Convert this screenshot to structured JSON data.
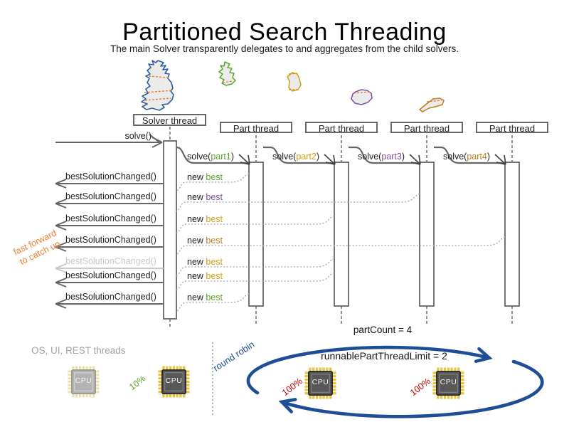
{
  "title": "Partitioned Search Threading",
  "subtitle": "The main Solver transparently delegates to and aggregates from the child solvers.",
  "colors": {
    "part1_green": "#5ba52b",
    "part2_gold": "#cfa117",
    "part3_purple": "#7b51a1",
    "part4_orange": "#bf7d1f",
    "cut_orange": "#ed7d31",
    "map_blue": "#2e5f9e",
    "cycle_blue": "#1f4e96",
    "usage_red": "#c00000",
    "usage_green": "#5ba52b",
    "muted_gray": "#c9c9c9",
    "line_gray": "#666666",
    "os_gray": "#a3a3a3"
  },
  "headers": {
    "solver": "Solver thread",
    "parts": [
      "Part thread",
      "Part thread",
      "Part thread",
      "Part thread"
    ]
  },
  "calls": {
    "solve": "solve()",
    "solve_parts": [
      {
        "before": "solve(",
        "arg": "part1",
        "after": ")",
        "color": "#5ba52b"
      },
      {
        "before": "solve(",
        "arg": "part2",
        "after": ")",
        "color": "#cfa117"
      },
      {
        "before": "solve(",
        "arg": "part3",
        "after": ")",
        "color": "#7b51a1"
      },
      {
        "before": "solve(",
        "arg": "part4",
        "after": ")",
        "color": "#bf7d1f"
      }
    ]
  },
  "best_rows": [
    {
      "label": "bestSolutionChanged()",
      "new_word": "new ",
      "best_word": "best",
      "source_part": 1,
      "best_color": "#5ba52b",
      "muted": false
    },
    {
      "label": "bestSolutionChanged()",
      "new_word": "new ",
      "best_word": "best",
      "source_part": 3,
      "best_color": "#7b51a1",
      "muted": false
    },
    {
      "label": "bestSolutionChanged()",
      "new_word": "new ",
      "best_word": "best",
      "source_part": 2,
      "best_color": "#cfa117",
      "muted": false
    },
    {
      "label": "bestSolutionChanged()",
      "new_word": "new ",
      "best_word": "best",
      "source_part": 4,
      "best_color": "#bf7d1f",
      "muted": false
    },
    {
      "label": "bestSolutionChanged()",
      "new_word": "new ",
      "best_word": "best",
      "source_part": 2,
      "best_color": "#cfa117",
      "muted": true
    },
    {
      "label": "bestSolutionChanged()",
      "new_word": "new ",
      "best_word": "best",
      "source_part": 2,
      "best_color": "#cfa117",
      "muted": false
    },
    {
      "label": "bestSolutionChanged()",
      "new_word": "new ",
      "best_word": "best",
      "source_part": 1,
      "best_color": "#5ba52b",
      "muted": false
    }
  ],
  "annotations": {
    "fast_forward_line1": "fast forward",
    "fast_forward_line2": "to catch up",
    "part_count": "partCount = 4",
    "round_robin": "round robin",
    "runnable_limit": "runnablePartThreadLimit = 2",
    "os_threads": "OS, UI, REST threads",
    "low_usage": "10%",
    "full_usage": "100%",
    "cpu": "CPU"
  }
}
